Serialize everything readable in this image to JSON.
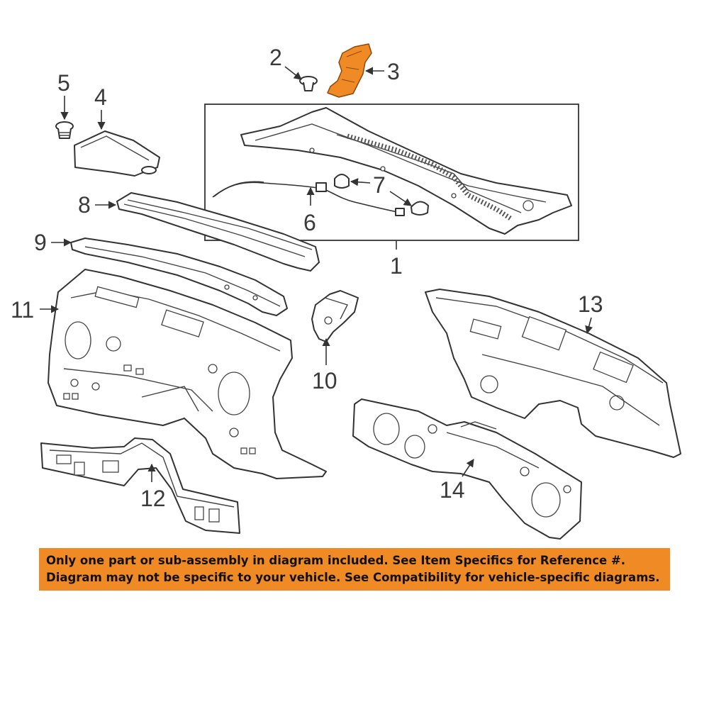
{
  "callouts": {
    "c1": "1",
    "c2": "2",
    "c3": "3",
    "c4": "4",
    "c5": "5",
    "c6": "6",
    "c7": "7",
    "c8": "8",
    "c9": "9",
    "c10": "10",
    "c11": "11",
    "c12": "12",
    "c13": "13",
    "c14": "14"
  },
  "highlight_color": "#f08a24",
  "notice": {
    "line1": "Only one part or sub-assembly in diagram included. See Item Specifics for Reference #.",
    "line2": "Diagram may not be specific to your vehicle. See Compatibility for vehicle-specific diagrams."
  }
}
